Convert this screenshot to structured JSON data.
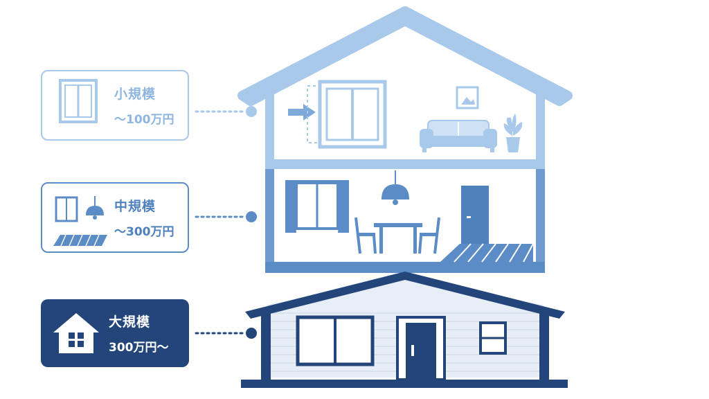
{
  "tiers": {
    "small": {
      "label": "小規模",
      "price": "～100万円"
    },
    "medium": {
      "label": "中規模",
      "price": "～300万円"
    },
    "large": {
      "label": "大規模",
      "price": "300万円～"
    }
  },
  "colors": {
    "light": "#a9c9ea",
    "light_fill": "#cfe2f5",
    "medium": "#5b8cc6",
    "medium_fill": "#6f9bd1",
    "dark": "#24457a",
    "siding": "#e8eef7"
  },
  "icons": [
    "window-icon",
    "arrow-icon",
    "picture-frame-icon",
    "sofa-icon",
    "plant-icon",
    "curtain-window-icon",
    "pendant-lamp-icon",
    "dining-table-icon",
    "chair-icon",
    "door-icon",
    "flooring-icon",
    "house-icon"
  ]
}
